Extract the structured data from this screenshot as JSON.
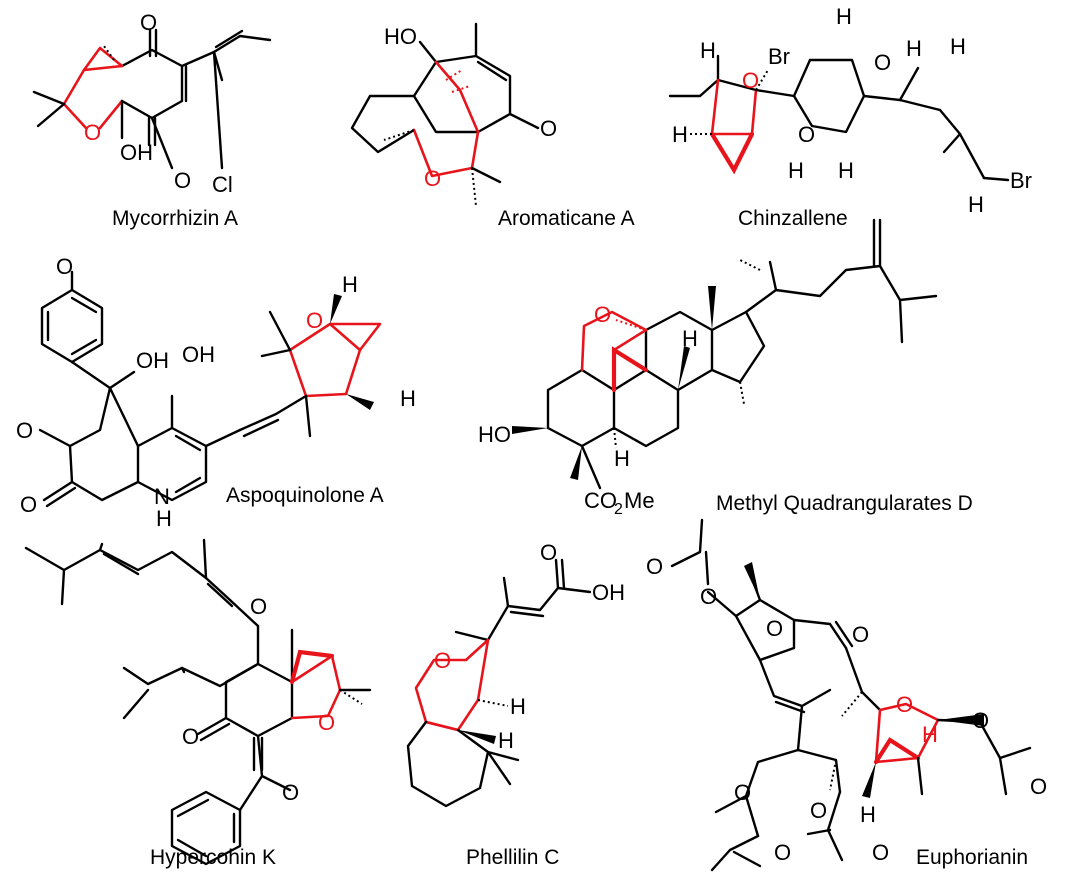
{
  "molecules": [
    {
      "id": "mycorrhizin",
      "name": "Mycorrhizin A",
      "atoms": {
        "o1": "O",
        "o2": "O",
        "o3": "O",
        "oh": "OH",
        "cl": "Cl"
      }
    },
    {
      "id": "aromaticane",
      "name": "Aromaticane A",
      "atoms": {
        "ho": "HO",
        "o1": "O",
        "o2": "O"
      }
    },
    {
      "id": "chinzallene",
      "name": "Chinzallene",
      "atoms": {
        "h1": "H",
        "h2": "H",
        "h3": "H",
        "h4": "H",
        "h5": "H",
        "h6": "H",
        "h7": "H",
        "h8": "H",
        "br1": "Br",
        "br2": "Br",
        "o1": "O",
        "o2": "O",
        "o3": "O"
      }
    },
    {
      "id": "aspoquinolone",
      "name": "Aspoquinolone A",
      "atoms": {
        "ome": "O",
        "oh1": "OH",
        "oh2": "OH",
        "o1": "O",
        "o2": "O",
        "o3": "O",
        "nh_n": "N",
        "nh_h": "H",
        "h1": "H",
        "h2": "H"
      }
    },
    {
      "id": "quadrangularates",
      "name": "Methyl Quadrangularates D",
      "atoms": {
        "o1": "O",
        "ho": "HO",
        "h1": "H",
        "h2": "H",
        "co2me": "CO",
        "sub2": "2",
        "me": "Me"
      }
    },
    {
      "id": "hypercohin",
      "name": "Hypercohin K",
      "atoms": {
        "o1": "O",
        "o2": "O",
        "o3": "O",
        "o4": "O"
      }
    },
    {
      "id": "phellilin",
      "name": "Phellilin C",
      "atoms": {
        "o1": "O",
        "oh": "OH",
        "o3": "O",
        "h1": "H",
        "h2": "H"
      }
    },
    {
      "id": "euphorianin",
      "name": "Euphorianin",
      "atoms": {
        "o1": "O",
        "o2": "O",
        "o3": "O",
        "o4": "O",
        "o5": "O",
        "o6": "O",
        "o7": "O",
        "o8": "O",
        "o9": "O",
        "o10": "O",
        "o11": "O",
        "h1": "H",
        "h2": "H"
      }
    }
  ],
  "colors": {
    "highlight": "#e8141b",
    "bond": "#000000"
  }
}
